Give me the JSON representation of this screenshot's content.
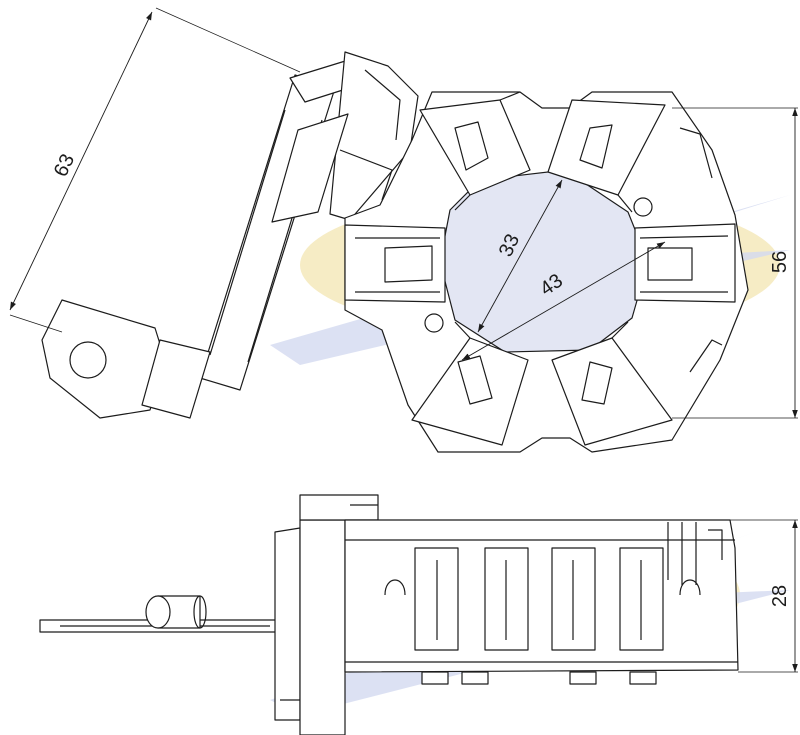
{
  "dimensions": {
    "height_63": "63",
    "inner_diameter": "33",
    "outer_diameter": "43",
    "overall_width": "56",
    "side_height": "28"
  },
  "colors": {
    "stroke": "#1c1c1c",
    "watermark_yellow": "#f3e6b2",
    "watermark_blue": "#d3d9f0",
    "center_fill": "#e3e6f3"
  }
}
